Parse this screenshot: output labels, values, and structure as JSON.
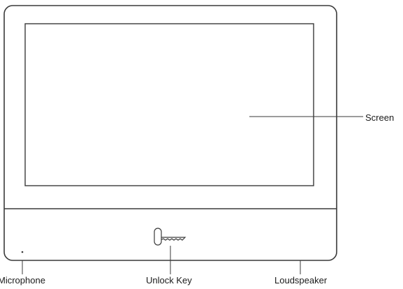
{
  "callouts": {
    "screen": "Screen",
    "microphone": "Microphone",
    "unlock_key": "Unlock Key",
    "loudspeaker": "Loudspeaker"
  },
  "colors": {
    "outline": "#3a3a3a",
    "background": "#ffffff",
    "text": "#1a1a1a"
  },
  "icons": {
    "unlock_key": "key-icon",
    "microphone": "microphone-hole-icon"
  }
}
